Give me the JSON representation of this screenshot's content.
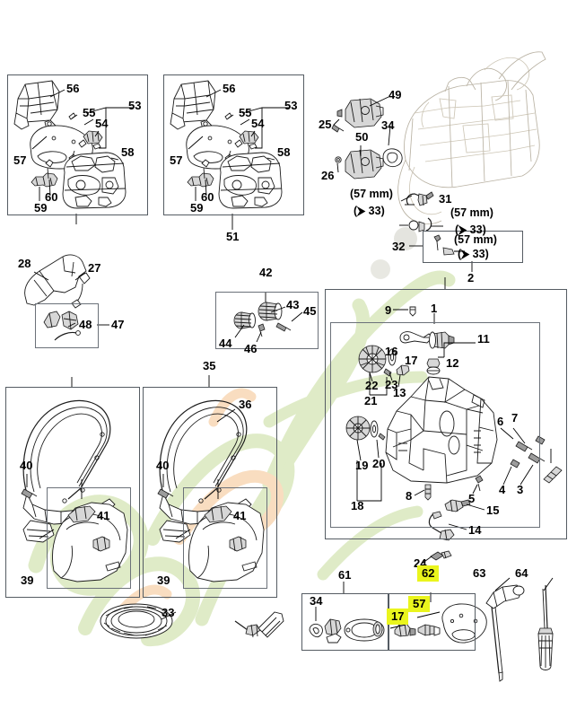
{
  "diagram": {
    "title": "Chainsaw exploded parts diagram",
    "background_color": "#ffffff",
    "highlight_color": "#eaf51d",
    "line_color": "#000000",
    "box_color": "#555c63",
    "watermark": {
      "text": "Leezjardin",
      "colors": [
        "#cfe0a8",
        "#f2c08a"
      ]
    }
  },
  "callouts": [
    {
      "id": "c56a",
      "label": "56"
    },
    {
      "id": "c55a",
      "label": "55"
    },
    {
      "id": "c54a",
      "label": "54"
    },
    {
      "id": "c53a",
      "label": "53"
    },
    {
      "id": "c57a",
      "label": "57"
    },
    {
      "id": "c58a",
      "label": "58"
    },
    {
      "id": "c59a",
      "label": "59"
    },
    {
      "id": "c60a",
      "label": "60"
    },
    {
      "id": "c56b",
      "label": "56"
    },
    {
      "id": "c55b",
      "label": "55"
    },
    {
      "id": "c54b",
      "label": "54"
    },
    {
      "id": "c53b",
      "label": "53"
    },
    {
      "id": "c57b",
      "label": "57"
    },
    {
      "id": "c58b",
      "label": "58"
    },
    {
      "id": "c59b",
      "label": "59"
    },
    {
      "id": "c60b",
      "label": "60"
    },
    {
      "id": "c51",
      "label": "51"
    },
    {
      "id": "c49",
      "label": "49"
    },
    {
      "id": "c25",
      "label": "25"
    },
    {
      "id": "c50",
      "label": "50"
    },
    {
      "id": "c34top",
      "label": "34"
    },
    {
      "id": "c26",
      "label": "26"
    },
    {
      "id": "c31",
      "label": "31"
    },
    {
      "id": "c32",
      "label": "32"
    },
    {
      "id": "c2",
      "label": "2"
    },
    {
      "id": "c28",
      "label": "28"
    },
    {
      "id": "c27",
      "label": "27"
    },
    {
      "id": "c48",
      "label": "48"
    },
    {
      "id": "c47",
      "label": "47"
    },
    {
      "id": "c42",
      "label": "42"
    },
    {
      "id": "c43",
      "label": "43"
    },
    {
      "id": "c44",
      "label": "44"
    },
    {
      "id": "c45",
      "label": "45"
    },
    {
      "id": "c46",
      "label": "46"
    },
    {
      "id": "c9",
      "label": "9"
    },
    {
      "id": "c1",
      "label": "1"
    },
    {
      "id": "c16",
      "label": "16"
    },
    {
      "id": "c17",
      "label": "17"
    },
    {
      "id": "c11",
      "label": "11"
    },
    {
      "id": "c12",
      "label": "12"
    },
    {
      "id": "c22",
      "label": "22"
    },
    {
      "id": "c23",
      "label": "23"
    },
    {
      "id": "c21",
      "label": "21"
    },
    {
      "id": "c13",
      "label": "13"
    },
    {
      "id": "c6",
      "label": "6"
    },
    {
      "id": "c7",
      "label": "7"
    },
    {
      "id": "c19",
      "label": "19"
    },
    {
      "id": "c20",
      "label": "20"
    },
    {
      "id": "c18",
      "label": "18"
    },
    {
      "id": "c8",
      "label": "8"
    },
    {
      "id": "c5",
      "label": "5"
    },
    {
      "id": "c4",
      "label": "4"
    },
    {
      "id": "c3",
      "label": "3"
    },
    {
      "id": "c15",
      "label": "15"
    },
    {
      "id": "c14",
      "label": "14"
    },
    {
      "id": "c24",
      "label": "24"
    },
    {
      "id": "c35",
      "label": "35"
    },
    {
      "id": "c36",
      "label": "36"
    },
    {
      "id": "c40a",
      "label": "40"
    },
    {
      "id": "c40b",
      "label": "40"
    },
    {
      "id": "c41a",
      "label": "41"
    },
    {
      "id": "c41b",
      "label": "41"
    },
    {
      "id": "c39a",
      "label": "39"
    },
    {
      "id": "c39b",
      "label": "39"
    },
    {
      "id": "c33",
      "label": "33"
    },
    {
      "id": "c61",
      "label": "61"
    },
    {
      "id": "c34bot",
      "label": "34"
    },
    {
      "id": "c62",
      "label": "62",
      "highlight": true
    },
    {
      "id": "c57c",
      "label": "57",
      "highlight": true
    },
    {
      "id": "c17b",
      "label": "17",
      "highlight": true
    },
    {
      "id": "c63",
      "label": "63"
    },
    {
      "id": "c64",
      "label": "64"
    }
  ],
  "notes": [
    {
      "id": "n1_mm",
      "text": "(57 mm)"
    },
    {
      "id": "n1_ref",
      "text": "(⮞ 33)"
    },
    {
      "id": "n2_mm",
      "text": "(57 mm)"
    },
    {
      "id": "n2_ref",
      "text": "(⮞ 33)"
    },
    {
      "id": "n3_mm",
      "text": "(57 mm)"
    },
    {
      "id": "n3_ref",
      "text": "(⮞ 33)"
    }
  ],
  "groups": [
    {
      "id": "g-handle-left",
      "label": ""
    },
    {
      "id": "g-handle-right",
      "label": "51"
    },
    {
      "id": "g-carb-kit",
      "label": "47"
    },
    {
      "id": "g-filter",
      "label": "42"
    },
    {
      "id": "g-engine-outer",
      "label": "2"
    },
    {
      "id": "g-engine-inner",
      "label": "1"
    },
    {
      "id": "g-bar-left",
      "label": ""
    },
    {
      "id": "g-bar-right",
      "label": "35"
    },
    {
      "id": "g-gasket-set",
      "label": "61"
    },
    {
      "id": "g-service-kit",
      "label": "62"
    },
    {
      "id": "g-note-box",
      "label": "2"
    }
  ]
}
